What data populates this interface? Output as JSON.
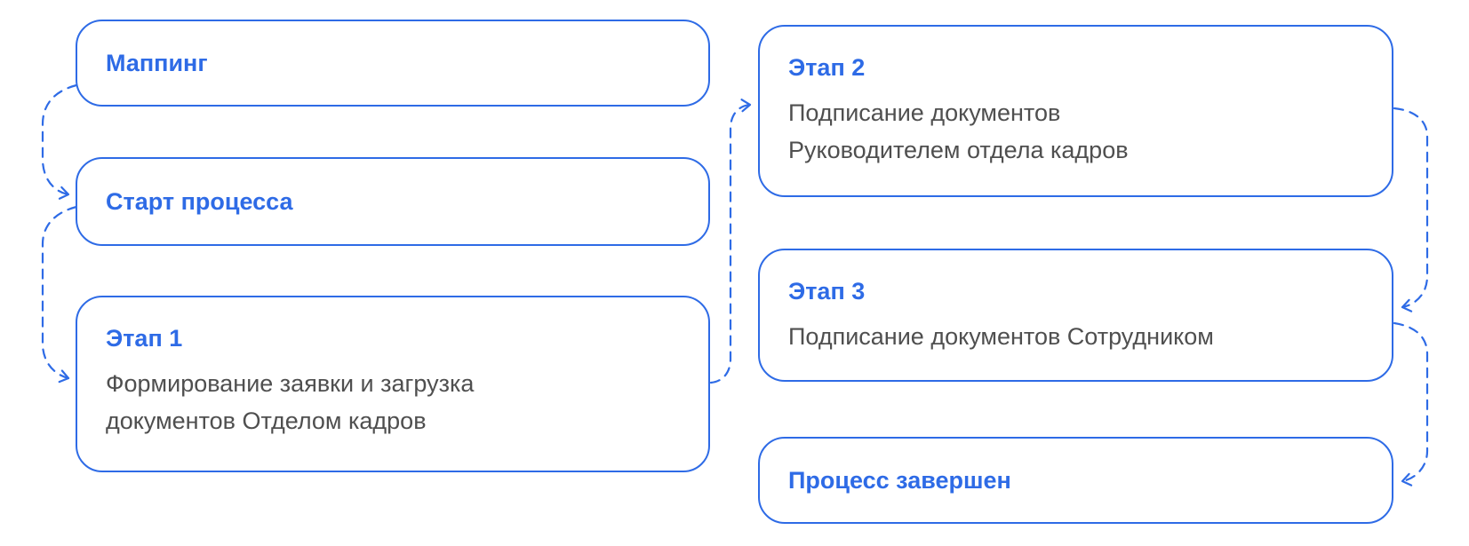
{
  "diagram": {
    "type": "process-flow",
    "accent_color": "#2E6BE6",
    "body_text_color": "#4F4F4F",
    "background_color": "#FFFFFF",
    "connector_style": "dashed-arrow",
    "nodes": [
      {
        "id": "mapping",
        "title": "Маппинг"
      },
      {
        "id": "start",
        "title": "Старт процесса"
      },
      {
        "id": "stage1",
        "title": "Этап 1",
        "description": "Формирование заявки и загрузка\nдокументов Отделом кадров"
      },
      {
        "id": "stage2",
        "title": "Этап 2",
        "description": "Подписание документов\nРуководителем отдела кадров"
      },
      {
        "id": "stage3",
        "title": "Этап 3",
        "description": "Подписание документов Сотрудником"
      },
      {
        "id": "done",
        "title": "Процесс завершен"
      }
    ],
    "edges": [
      {
        "from": "mapping",
        "to": "start"
      },
      {
        "from": "start",
        "to": "stage1"
      },
      {
        "from": "stage1",
        "to": "stage2"
      },
      {
        "from": "stage2",
        "to": "stage3"
      },
      {
        "from": "stage3",
        "to": "done"
      }
    ]
  }
}
